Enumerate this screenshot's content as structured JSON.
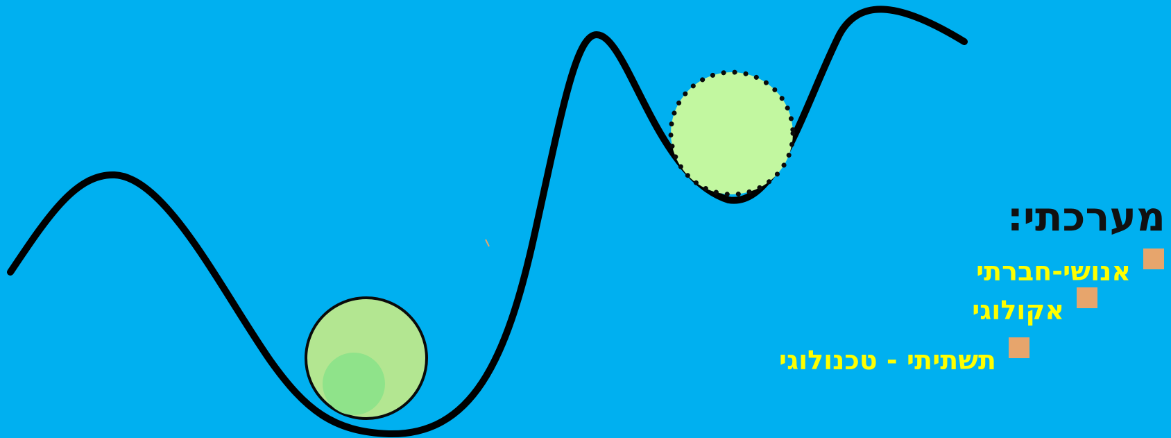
{
  "heading": "מערכתי:",
  "bullets": [
    "אנושי-חברתי",
    "אקולוגי",
    "תשתיתי - טכנולוגי"
  ],
  "colors": {
    "background": "#00b0f0",
    "curve": "#000000",
    "ball_stable": "#b3e691",
    "ball_stable_inner": "#8fe38a",
    "ball_unstable": "#c2f7a0",
    "bullet_marker": "#e7a56c",
    "bullet_text": "#ffff00",
    "heading_text": "#111111"
  }
}
